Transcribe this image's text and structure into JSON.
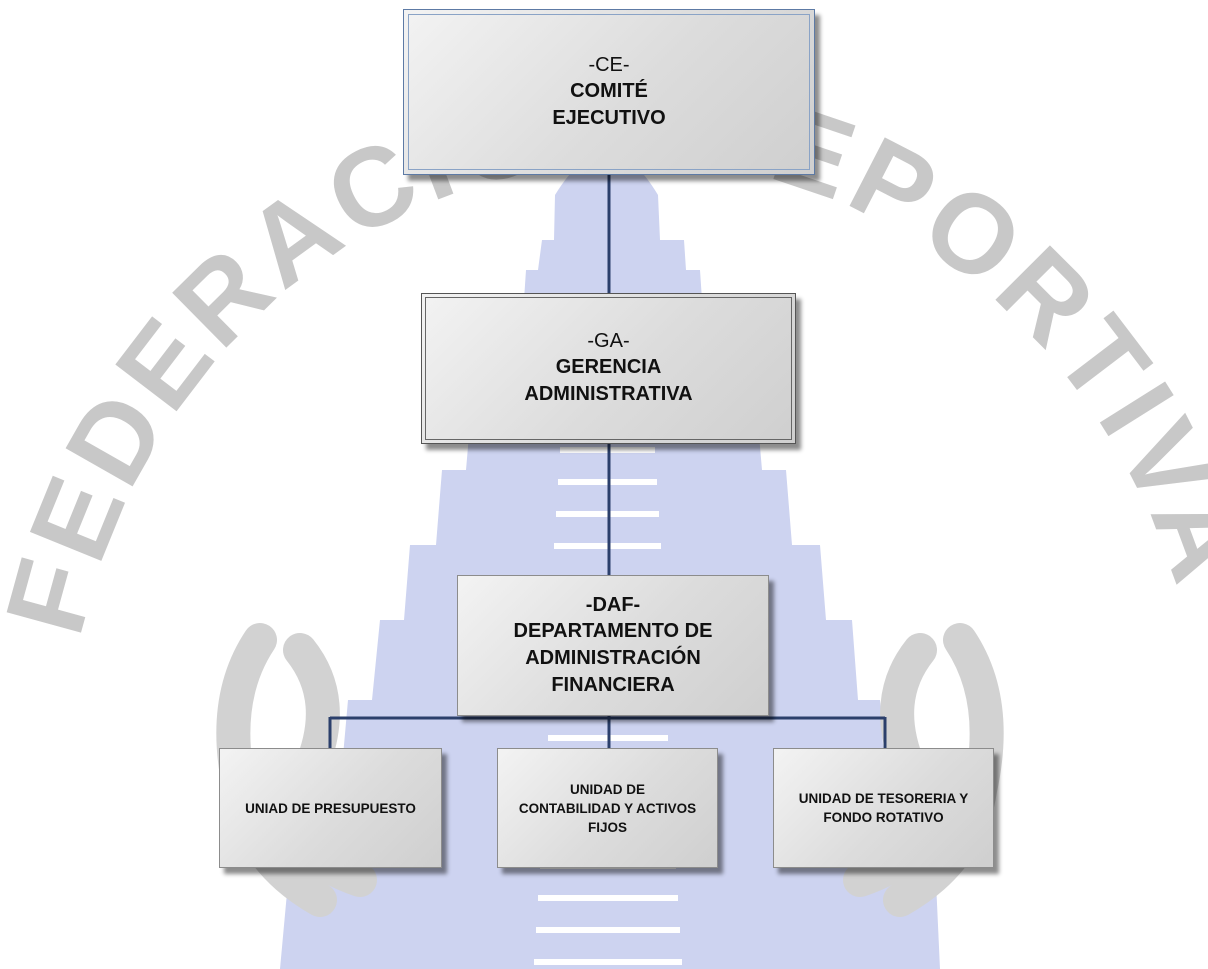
{
  "watermark": {
    "text": "FEDERACIÓN DEPORTIVA NACIONAL",
    "colors": {
      "letters": "#c8c8c8",
      "pyramid": "#cdd3f0",
      "figures": "#d2d2d2"
    }
  },
  "colors": {
    "connector": "#2b3f6b",
    "node_fill": "#dcdcdc"
  },
  "org_chart": {
    "ce": {
      "code": "-CE-",
      "name_line1": "COMITÉ",
      "name_line2": "EJECUTIVO"
    },
    "ga": {
      "code": "-GA-",
      "name_line1": "GERENCIA",
      "name_line2": "ADMINISTRATIVA"
    },
    "daf": {
      "code": "-DAF-",
      "name_line1": "DEPARTAMENTO DE",
      "name_line2": "ADMINISTRACIÓN",
      "name_line3": "FINANCIERA"
    },
    "units": [
      {
        "line1": "UNIAD DE PRESUPUESTO"
      },
      {
        "line1": "UNIDAD DE",
        "line2": "CONTABILIDAD Y ACTIVOS",
        "line3": "FIJOS"
      },
      {
        "line1": "UNIDAD DE TESORERIA Y",
        "line2": "FONDO ROTATIVO"
      }
    ]
  }
}
